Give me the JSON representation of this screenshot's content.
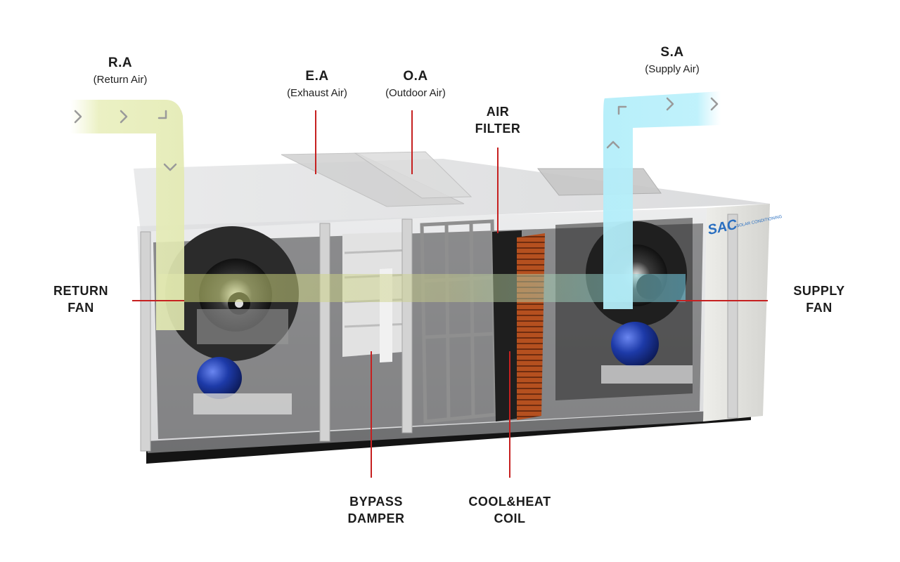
{
  "labels": {
    "ra": {
      "code": "R.A",
      "sub": "(Return Air)"
    },
    "ea": {
      "code": "E.A",
      "sub": "(Exhaust Air)"
    },
    "oa": {
      "code": "O.A",
      "sub": "(Outdoor Air)"
    },
    "sa": {
      "code": "S.A",
      "sub": "(Supply Air)"
    },
    "air_filter": {
      "line1": "AIR",
      "line2": "FILTER"
    },
    "return_fan": {
      "line1": "RETURN",
      "line2": "FAN"
    },
    "supply_fan": {
      "line1": "SUPPLY",
      "line2": "FAN"
    },
    "bypass_damper": {
      "line1": "BYPASS",
      "line2": "DAMPER"
    },
    "cool_heat_coil": {
      "line1": "COOL&HEAT",
      "line2": "COIL"
    }
  },
  "brand": {
    "logo": "SAC",
    "tagline": "SOLAR CONDITIONING"
  },
  "colors": {
    "leader": "#c62020",
    "return_air_stream": "#e6eeb0",
    "supply_air_stream": "#a9ecf9",
    "arrow": "#9a9a9a",
    "casing": "#d9dadc",
    "logo": "#2a6fc0",
    "motor": "#1d3aa8",
    "coil": "#b5501f"
  }
}
